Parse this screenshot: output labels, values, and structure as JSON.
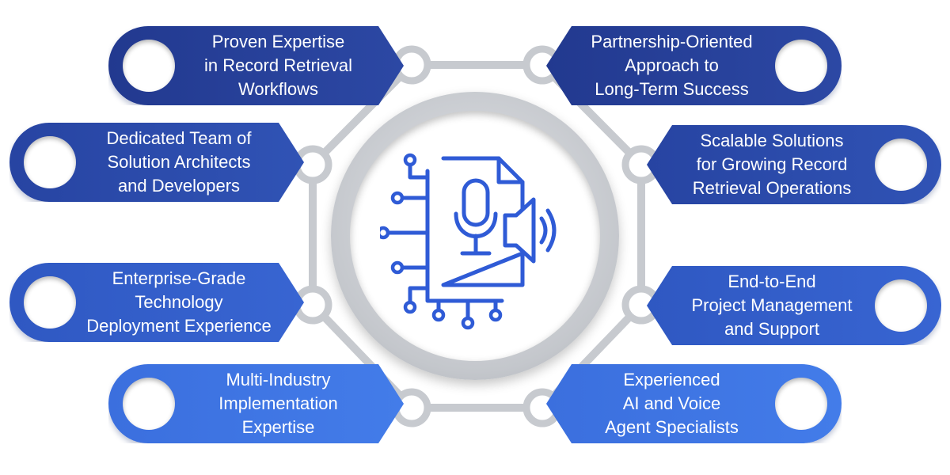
{
  "center": {
    "icon": "microphone-document-speaker-circuit-icon",
    "color": "#2f5bd6"
  },
  "items": [
    {
      "id": "proven-expertise",
      "side": "left",
      "lines": [
        "Proven Expertise",
        "in Record Retrieval",
        "Workflows"
      ],
      "color": "#2a43a0"
    },
    {
      "id": "dedicated-team",
      "side": "left",
      "lines": [
        "Dedicated Team of",
        "Solution Architects",
        "and Developers"
      ],
      "color": "#2d4fb3"
    },
    {
      "id": "enterprise-grade",
      "side": "left",
      "lines": [
        "Enterprise-Grade",
        "Technology",
        "Deployment Experience"
      ],
      "color": "#3461cc"
    },
    {
      "id": "multi-industry",
      "side": "left",
      "lines": [
        "Multi-Industry",
        "Implementation",
        "Expertise"
      ],
      "color": "#3d74e2"
    },
    {
      "id": "partnership-oriented",
      "side": "right",
      "lines": [
        "Partnership-Oriented",
        "Approach to",
        "Long-Term Success"
      ],
      "color": "#2a43a0"
    },
    {
      "id": "scalable-solutions",
      "side": "right",
      "lines": [
        "Scalable Solutions",
        "for Growing Record",
        "Retrieval Operations"
      ],
      "color": "#2d4fb3"
    },
    {
      "id": "end-to-end",
      "side": "right",
      "lines": [
        "End-to-End",
        "Project Management",
        "and Support"
      ],
      "color": "#3461cc"
    },
    {
      "id": "experienced-ai",
      "side": "right",
      "lines": [
        "Experienced",
        "AI and Voice",
        "Agent Specialists"
      ],
      "color": "#3d74e2"
    }
  ]
}
